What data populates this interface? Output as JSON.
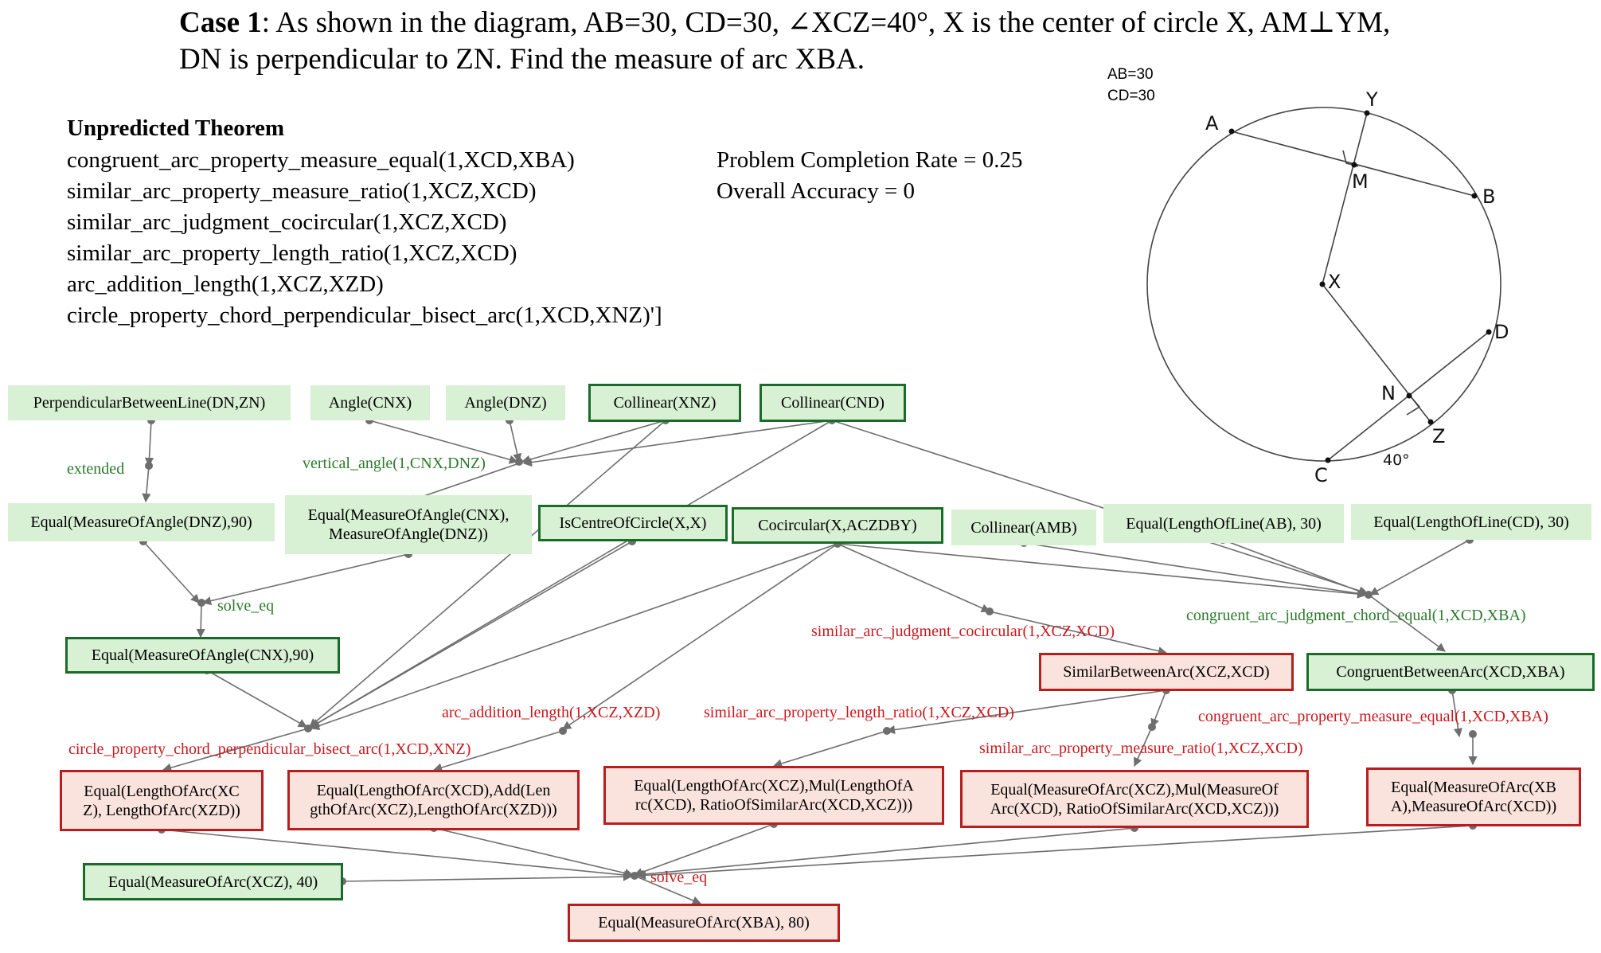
{
  "header": {
    "case_label": "Case 1",
    "problem_text": ": As shown in the diagram, AB=30, CD=30, ∠XCZ=40°, X is the center of circle X, AM⊥YM,",
    "problem_text_2": "DN is perpendicular to ZN. Find the measure of arc XBA."
  },
  "theorems": {
    "heading": "Unpredicted Theorem",
    "items": [
      "congruent_arc_property_measure_equal(1,XCD,XBA)",
      "similar_arc_property_measure_ratio(1,XCZ,XCD)",
      "similar_arc_judgment_cocircular(1,XCZ,XCD)",
      "similar_arc_property_length_ratio(1,XCZ,XCD)",
      "arc_addition_length(1,XCZ,XZD)",
      "circle_property_chord_perpendicular_bisect_arc(1,XCD,XNZ)']"
    ]
  },
  "stats": {
    "completion": "Problem Completion Rate = 0.25",
    "accuracy": "Overall Accuracy = 0"
  },
  "geometry": {
    "given_1": "AB=30",
    "given_2": "CD=30",
    "points": [
      "A",
      "Y",
      "M",
      "B",
      "X",
      "D",
      "N",
      "Z",
      "C"
    ],
    "angle_label": "40°"
  },
  "graph": {
    "nodes": {
      "perp": "PerpendicularBetweenLine(DN,ZN)",
      "angle_cnx": "Angle(CNX)",
      "angle_dnz": "Angle(DNZ)",
      "col_xnz": "Collinear(XNZ)",
      "col_cnd": "Collinear(CND)",
      "eq_dnz90": "Equal(MeasureOfAngle(DNZ),90)",
      "eq_cnx_dnz_1": "Equal(MeasureOfAngle(CNX),",
      "eq_cnx_dnz_2": "MeasureOfAngle(DNZ))",
      "centre": "IsCentreOfCircle(X,X)",
      "cocirc": "Cocircular(X,ACZDBY)",
      "col_amb": "Collinear(AMB)",
      "len_ab": "Equal(LengthOfLine(AB), 30)",
      "len_cd": "Equal(LengthOfLine(CD), 30)",
      "eq_cnx90": "Equal(MeasureOfAngle(CNX),90)",
      "similar": "SimilarBetweenArc(XCZ,XCD)",
      "congruent": "CongruentBetweenArc(XCD,XBA)",
      "arc_eq_1": "Equal(LengthOfArc(XC",
      "arc_eq_2": "Z), LengthOfArc(XZD))",
      "arc_add_1": "Equal(LengthOfArc(XCD),Add(Len",
      "arc_add_2": "gthOfArc(XCZ),LengthOfArc(XZD)))",
      "len_ratio_1": "Equal(LengthOfArc(XCZ),Mul(LengthOfA",
      "len_ratio_2": "rc(XCD), RatioOfSimilarArc(XCD,XCZ)))",
      "meas_ratio_1": "Equal(MeasureOfArc(XCZ),Mul(MeasureOf",
      "meas_ratio_2": "Arc(XCD), RatioOfSimilarArc(XCD,XCZ)))",
      "meas_xba_1": "Equal(MeasureOfArc(XB",
      "meas_xba_2": "A),MeasureOfArc(XCD))",
      "meas_xcz40": "Equal(MeasureOfArc(XCZ), 40)",
      "meas_xba80": "Equal(MeasureOfArc(XBA), 80)"
    },
    "labels": {
      "extended": "extended",
      "vertical_angle": "vertical_angle(1,CNX,DNZ)",
      "solve_eq_1": "solve_eq",
      "similar_judgment": "similar_arc_judgment_cocircular(1,XCZ,XCD)",
      "congruent_judgment": "congruent_arc_judgment_chord_equal(1,XCD,XBA)",
      "arc_addition": "arc_addition_length(1,XCZ,XZD)",
      "length_ratio": "similar_arc_property_length_ratio(1,XCZ,XCD)",
      "congruent_measure": "congruent_arc_property_measure_equal(1,XCD,XBA)",
      "measure_ratio": "similar_arc_property_measure_ratio(1,XCZ,XCD)",
      "chord_bisect": "circle_property_chord_perpendicular_bisect_arc(1,XCD,XNZ)",
      "solve_eq_2": "solve_eq"
    }
  },
  "colors": {
    "known_border": "#1b6b2a",
    "known_fill": "#d8f0d4",
    "unpredicted_border": "#b81e1e",
    "unpredicted_fill": "#fbe3dd",
    "green_label": "#2b7a2b",
    "red_label": "#c8191e"
  }
}
